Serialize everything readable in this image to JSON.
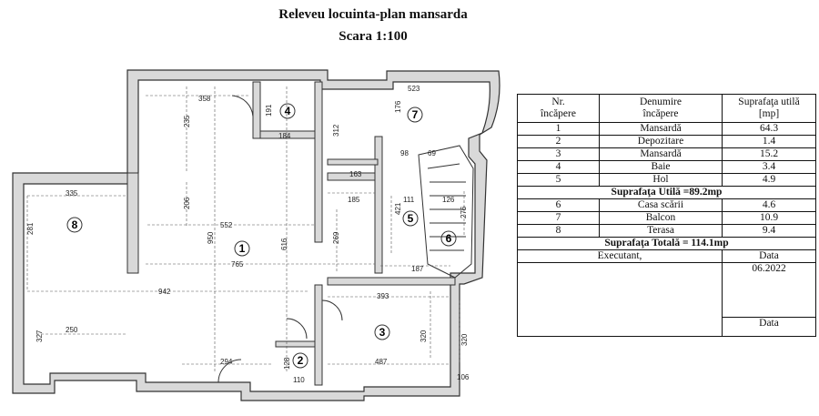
{
  "title": "Releveu locuinta-plan mansarda",
  "scale": "Scara 1:100",
  "rooms": [
    {
      "num": "1"
    },
    {
      "num": "2"
    },
    {
      "num": "3"
    },
    {
      "num": "4"
    },
    {
      "num": "5"
    },
    {
      "num": "6"
    },
    {
      "num": "7"
    },
    {
      "num": "8"
    }
  ],
  "dimensions": {
    "d358": "358",
    "d235": "235",
    "d191": "191",
    "d184": "184",
    "d312": "312",
    "d523": "523",
    "d176": "176",
    "d163": "163",
    "d98": "98",
    "d69": "69",
    "d335": "335",
    "d281": "281",
    "d206": "206",
    "d185": "185",
    "d111": "111",
    "d126": "126",
    "d552": "552",
    "d950": "950",
    "d616": "616",
    "d269": "269",
    "d421": "421",
    "d276": "276",
    "d765": "765",
    "d187": "187",
    "d942": "942",
    "d393": "393",
    "d327": "327",
    "d250": "250",
    "d320a": "320",
    "d320b": "320",
    "d294": "294",
    "d487": "487",
    "d128": "128",
    "d110": "110",
    "d106": "106"
  },
  "table": {
    "headers": [
      "Nr.\nîncăpere",
      "Denumire\nîncăpere",
      "Suprafaţa utilă\n[mp]"
    ],
    "rows_a": [
      [
        "1",
        "Mansardă",
        "64.3"
      ],
      [
        "2",
        "Depozitare",
        "1.4"
      ],
      [
        "3",
        "Mansardă",
        "15.2"
      ],
      [
        "4",
        "Baie",
        "3.4"
      ],
      [
        "5",
        "Hol",
        "4.9"
      ]
    ],
    "useful_total": "Suprafaţa Utilă =89.2mp",
    "rows_b": [
      [
        "6",
        "Casa scării",
        "4.6"
      ],
      [
        "7",
        "Balcon",
        "10.9"
      ],
      [
        "8",
        "Terasa",
        "9.4"
      ]
    ],
    "grand_total": "Suprafaţa Totală = 114.1mp",
    "executant": "Executant,",
    "date_label": "Data",
    "date_value": "06.2022",
    "date_label_2": "Data"
  }
}
